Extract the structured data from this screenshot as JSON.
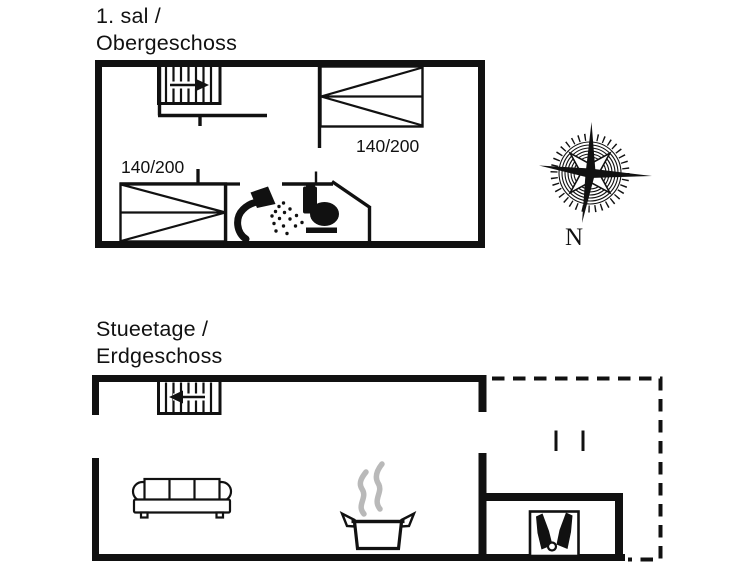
{
  "page": {
    "background": "#ffffff",
    "ink_color": "#111111",
    "steam_color": "#b9b9b9"
  },
  "upper_floor": {
    "title_line1": "1. sal /",
    "title_line2": "Obergeschoss",
    "beds": [
      {
        "id": "bed-top-right",
        "label": "140/200"
      },
      {
        "id": "bed-lower-left",
        "label": "140/200"
      }
    ],
    "icons": [
      "staircase-icon",
      "double-bed-icon",
      "double-bed-icon",
      "shower-icon",
      "toilet-icon"
    ]
  },
  "ground_floor": {
    "title_line1": "Stueetage /",
    "title_line2": "Erdgeschoss",
    "icons": [
      "staircase-icon",
      "sofa-icon",
      "cooking-pot-icon",
      "bottle-crate-icon"
    ],
    "terrace": {
      "outline_style": "dashed"
    }
  },
  "compass": {
    "label": "N"
  }
}
